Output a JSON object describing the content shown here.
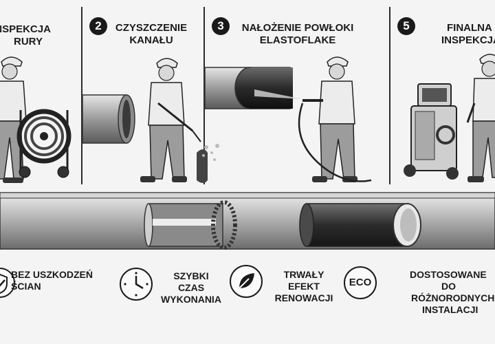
{
  "steps": [
    {
      "number": "",
      "title_lines": [
        "INSPEKCJA",
        "RURY"
      ]
    },
    {
      "number": "2",
      "title_lines": [
        "CZYSZCZENIE",
        "KANAŁU"
      ]
    },
    {
      "number": "3",
      "title_lines": [
        "NAŁOŻENIE POWŁOKI",
        "ELASTOFLAKE"
      ]
    },
    {
      "number": "5",
      "title_lines": [
        "FINALNA",
        "INSPEKCJA"
      ]
    }
  ],
  "features": [
    {
      "icon": "shield-check-icon",
      "lines": [
        "BEZ USZKODZEŃ",
        "ŚCIAN"
      ]
    },
    {
      "icon": "clock-icon",
      "lines": [
        "SZYBKI",
        "CZAS",
        "WYKONANIA"
      ]
    },
    {
      "icon": "leaf-icon",
      "lines": [
        "TRWAŁY",
        "EFEKT",
        "RENOWACJI"
      ]
    },
    {
      "icon": "eco-badge-icon",
      "badge": "ECO",
      "lines": [
        "DOSTOSOWANE",
        "DO",
        "RÓŻNORODNYCH",
        "INSTALACJI"
      ]
    }
  ],
  "colors": {
    "ink": "#1a1a1a",
    "pipe_light": "#c8c8c8",
    "pipe_dark": "#3a3a3a",
    "background": "#f4f4f4"
  }
}
